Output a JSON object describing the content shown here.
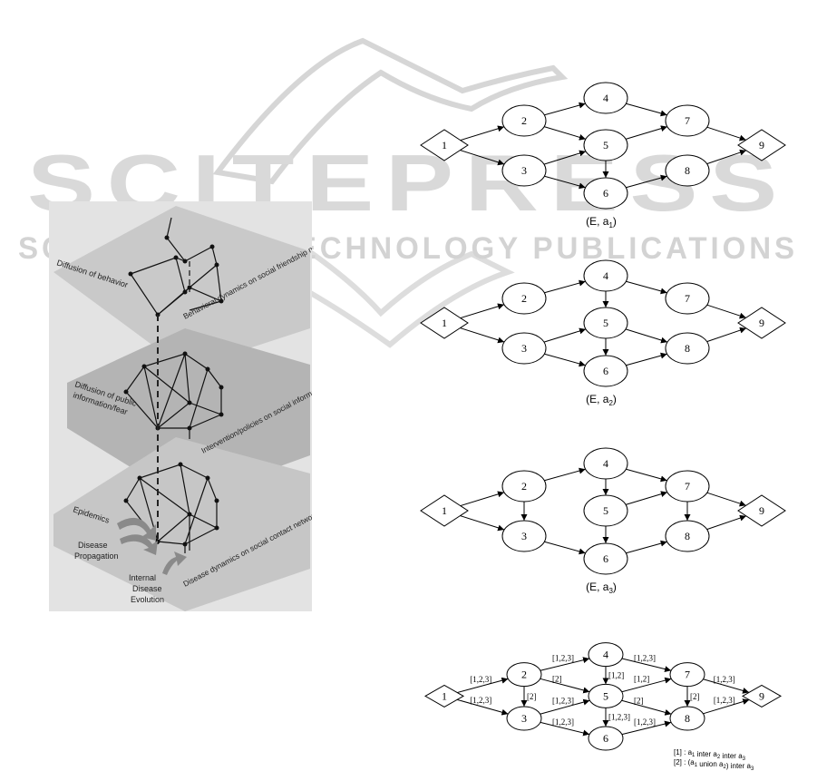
{
  "watermark": {
    "title": "SCITEPRESS",
    "subtitle": "SCIENCE AND TECHNOLOGY PUBLICATIONS"
  },
  "left_figure": {
    "layer_top_label": "Diffusion of behavior",
    "layer_top_side": "Behavioral dynamics on social friendship networks",
    "layer_mid_label_1": "Diffusion of public",
    "layer_mid_label_2": "information/fear",
    "layer_mid_side": "Intervention/policies on social information networks",
    "layer_bottom_label": "Epidemics",
    "layer_bottom_side": "Disease dynamics on social contact networks",
    "propagation_1": "Disease",
    "propagation_2": "Propagation",
    "evolution_1": "Internal",
    "evolution_2": "Disease",
    "evolution_3": "Evolution"
  },
  "graphs": {
    "node_labels": [
      "1",
      "2",
      "3",
      "4",
      "5",
      "6",
      "7",
      "8",
      "9"
    ],
    "captions": [
      {
        "pre": "(E, a",
        "sub": "1",
        "post": ")"
      },
      {
        "pre": "(E, a",
        "sub": "2",
        "post": ")"
      },
      {
        "pre": "(E, a",
        "sub": "3",
        "post": ")"
      }
    ],
    "edges_a1": [
      [
        1,
        2
      ],
      [
        1,
        3
      ],
      [
        2,
        4
      ],
      [
        2,
        5
      ],
      [
        3,
        5
      ],
      [
        3,
        6
      ],
      [
        4,
        7
      ],
      [
        5,
        6
      ],
      [
        5,
        7
      ],
      [
        6,
        8
      ],
      [
        7,
        9
      ],
      [
        8,
        9
      ]
    ],
    "edges_a2": [
      [
        1,
        2
      ],
      [
        1,
        3
      ],
      [
        2,
        4
      ],
      [
        3,
        5
      ],
      [
        3,
        6
      ],
      [
        4,
        5
      ],
      [
        4,
        7
      ],
      [
        5,
        6
      ],
      [
        5,
        8
      ],
      [
        6,
        8
      ],
      [
        7,
        9
      ],
      [
        8,
        9
      ]
    ],
    "edges_a3": [
      [
        1,
        2
      ],
      [
        1,
        3
      ],
      [
        2,
        3
      ],
      [
        2,
        4
      ],
      [
        3,
        6
      ],
      [
        4,
        5
      ],
      [
        4,
        7
      ],
      [
        5,
        6
      ],
      [
        5,
        7
      ],
      [
        6,
        8
      ],
      [
        7,
        8
      ],
      [
        7,
        9
      ],
      [
        8,
        9
      ]
    ],
    "merged_edges": [
      {
        "from": 1,
        "to": 2,
        "label": "[1,2,3]"
      },
      {
        "from": 1,
        "to": 3,
        "label": "[1,2,3]"
      },
      {
        "from": 2,
        "to": 3,
        "label": "[2]"
      },
      {
        "from": 2,
        "to": 4,
        "label": "[1,2,3]"
      },
      {
        "from": 2,
        "to": 5,
        "label": "[2]"
      },
      {
        "from": 3,
        "to": 5,
        "label": "[1,2,3]"
      },
      {
        "from": 3,
        "to": 6,
        "label": "[1,2,3]"
      },
      {
        "from": 4,
        "to": 5,
        "label": "[1,2]"
      },
      {
        "from": 4,
        "to": 7,
        "label": "[1,2,3]"
      },
      {
        "from": 5,
        "to": 6,
        "label": "[1,2,3]"
      },
      {
        "from": 5,
        "to": 7,
        "label": "[1,2]"
      },
      {
        "from": 5,
        "to": 8,
        "label": "[2]"
      },
      {
        "from": 6,
        "to": 8,
        "label": "[1,2,3]"
      },
      {
        "from": 7,
        "to": 8,
        "label": "[2]"
      },
      {
        "from": 7,
        "to": 9,
        "label": "[1,2,3]"
      },
      {
        "from": 8,
        "to": 9,
        "label": "[1,2,3]"
      }
    ],
    "legend": [
      {
        "key": "[1]",
        "parts": [
          [
            " : a",
            ""
          ],
          [
            "1",
            "sub"
          ],
          [
            " inter a",
            ""
          ],
          [
            "2",
            "sub"
          ],
          [
            " inter a",
            ""
          ],
          [
            "3",
            "sub"
          ]
        ]
      },
      {
        "key": "[2]",
        "parts": [
          [
            " : (a",
            ""
          ],
          [
            "1",
            "sub"
          ],
          [
            " union a",
            ""
          ],
          [
            "2",
            "sub"
          ],
          [
            ") inter a",
            ""
          ],
          [
            "3",
            "sub"
          ]
        ]
      }
    ]
  }
}
